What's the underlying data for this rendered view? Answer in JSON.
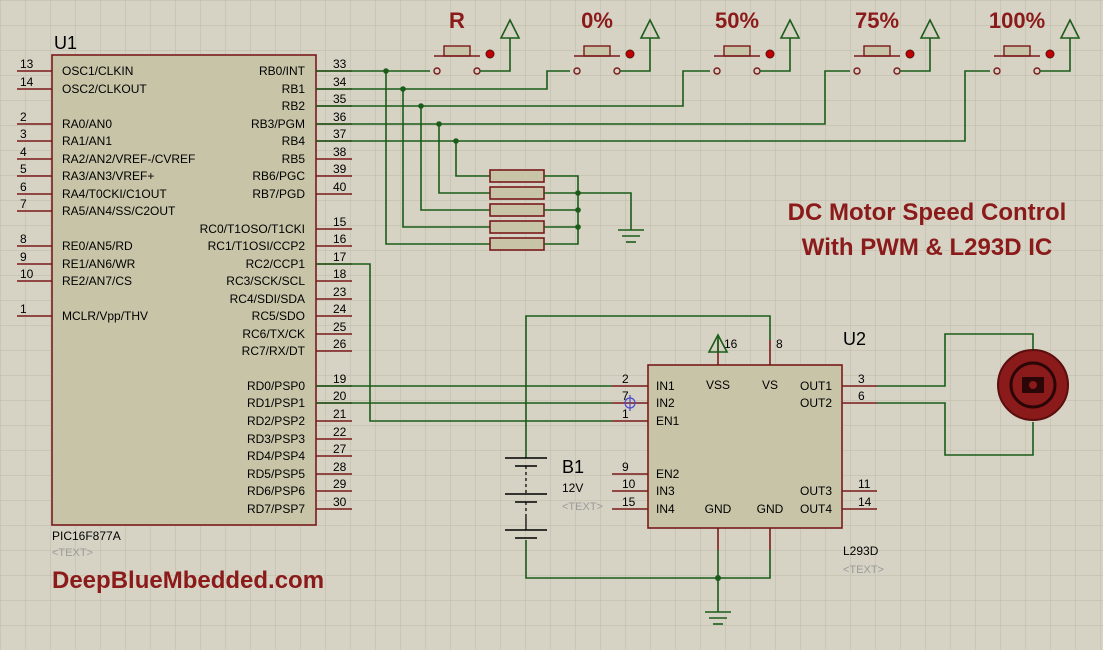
{
  "title": {
    "line1": "DC Motor Speed Control",
    "line2": "With PWM & L293D IC"
  },
  "watermark": "DeepBlueMbedded.com",
  "colors": {
    "accent": "#8b1a1a",
    "wire": "#1a5c1a",
    "background": "#d6d2c4"
  },
  "buttons": [
    {
      "label": "R"
    },
    {
      "label": "0%"
    },
    {
      "label": "50%"
    },
    {
      "label": "75%"
    },
    {
      "label": "100%"
    }
  ],
  "u1": {
    "ref": "U1",
    "part": "PIC16F877A",
    "text": "<TEXT>",
    "left_pins": [
      {
        "num": "13",
        "name": "OSC1/CLKIN"
      },
      {
        "num": "14",
        "name": "OSC2/CLKOUT"
      },
      {
        "num": "2",
        "name": "RA0/AN0"
      },
      {
        "num": "3",
        "name": "RA1/AN1"
      },
      {
        "num": "4",
        "name": "RA2/AN2/VREF-/CVREF"
      },
      {
        "num": "5",
        "name": "RA3/AN3/VREF+"
      },
      {
        "num": "6",
        "name": "RA4/T0CKI/C1OUT"
      },
      {
        "num": "7",
        "name": "RA5/AN4/SS/C2OUT"
      },
      {
        "num": "8",
        "name": "RE0/AN5/RD"
      },
      {
        "num": "9",
        "name": "RE1/AN6/WR"
      },
      {
        "num": "10",
        "name": "RE2/AN7/CS"
      },
      {
        "num": "1",
        "name": "MCLR/Vpp/THV"
      }
    ],
    "right_pins": [
      {
        "num": "33",
        "name": "RB0/INT"
      },
      {
        "num": "34",
        "name": "RB1"
      },
      {
        "num": "35",
        "name": "RB2"
      },
      {
        "num": "36",
        "name": "RB3/PGM"
      },
      {
        "num": "37",
        "name": "RB4"
      },
      {
        "num": "38",
        "name": "RB5"
      },
      {
        "num": "39",
        "name": "RB6/PGC"
      },
      {
        "num": "40",
        "name": "RB7/PGD"
      },
      {
        "num": "15",
        "name": "RC0/T1OSO/T1CKI"
      },
      {
        "num": "16",
        "name": "RC1/T1OSI/CCP2"
      },
      {
        "num": "17",
        "name": "RC2/CCP1"
      },
      {
        "num": "18",
        "name": "RC3/SCK/SCL"
      },
      {
        "num": "23",
        "name": "RC4/SDI/SDA"
      },
      {
        "num": "24",
        "name": "RC5/SDO"
      },
      {
        "num": "25",
        "name": "RC6/TX/CK"
      },
      {
        "num": "26",
        "name": "RC7/RX/DT"
      },
      {
        "num": "19",
        "name": "RD0/PSP0"
      },
      {
        "num": "20",
        "name": "RD1/PSP1"
      },
      {
        "num": "21",
        "name": "RD2/PSP2"
      },
      {
        "num": "22",
        "name": "RD3/PSP3"
      },
      {
        "num": "27",
        "name": "RD4/PSP4"
      },
      {
        "num": "28",
        "name": "RD5/PSP5"
      },
      {
        "num": "29",
        "name": "RD6/PSP6"
      },
      {
        "num": "30",
        "name": "RD7/PSP7"
      }
    ]
  },
  "u2": {
    "ref": "U2",
    "part": "L293D",
    "text": "<TEXT>",
    "left_pins": [
      {
        "num": "2",
        "name": "IN1"
      },
      {
        "num": "7",
        "name": "IN2"
      },
      {
        "num": "1",
        "name": "EN1"
      },
      {
        "num": "9",
        "name": "EN2"
      },
      {
        "num": "10",
        "name": "IN3"
      },
      {
        "num": "15",
        "name": "IN4"
      }
    ],
    "right_pins": [
      {
        "num": "3",
        "name": "OUT1"
      },
      {
        "num": "6",
        "name": "OUT2"
      },
      {
        "num": "11",
        "name": "OUT3"
      },
      {
        "num": "14",
        "name": "OUT4"
      }
    ],
    "top_pins": [
      {
        "num": "16",
        "name": "VSS"
      },
      {
        "num": "8",
        "name": "VS"
      }
    ],
    "bottom_pins": [
      {
        "name": "GND"
      },
      {
        "name": "GND"
      }
    ]
  },
  "battery": {
    "ref": "B1",
    "value": "12V",
    "text": "<TEXT>"
  }
}
